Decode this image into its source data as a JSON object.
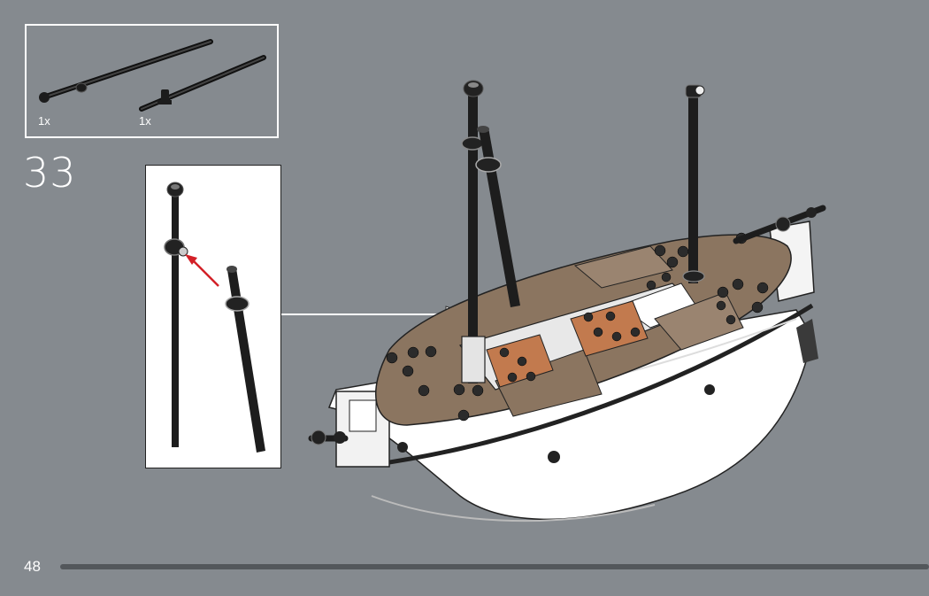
{
  "parts_list": {
    "items": [
      {
        "name": "long-mast-bar",
        "quantity": "1x"
      },
      {
        "name": "short-mast-bar",
        "quantity": "1x"
      }
    ]
  },
  "step": {
    "number": "33"
  },
  "footer": {
    "page_number": "48"
  },
  "colors": {
    "background": "#858a8f",
    "deck_tan": "#8b7560",
    "hull_white": "#ffffff",
    "mast_black": "#2a2a2a",
    "accent_brown": "#c27a4e",
    "arrow_red": "#d32027",
    "progress_track": "#53575b"
  }
}
